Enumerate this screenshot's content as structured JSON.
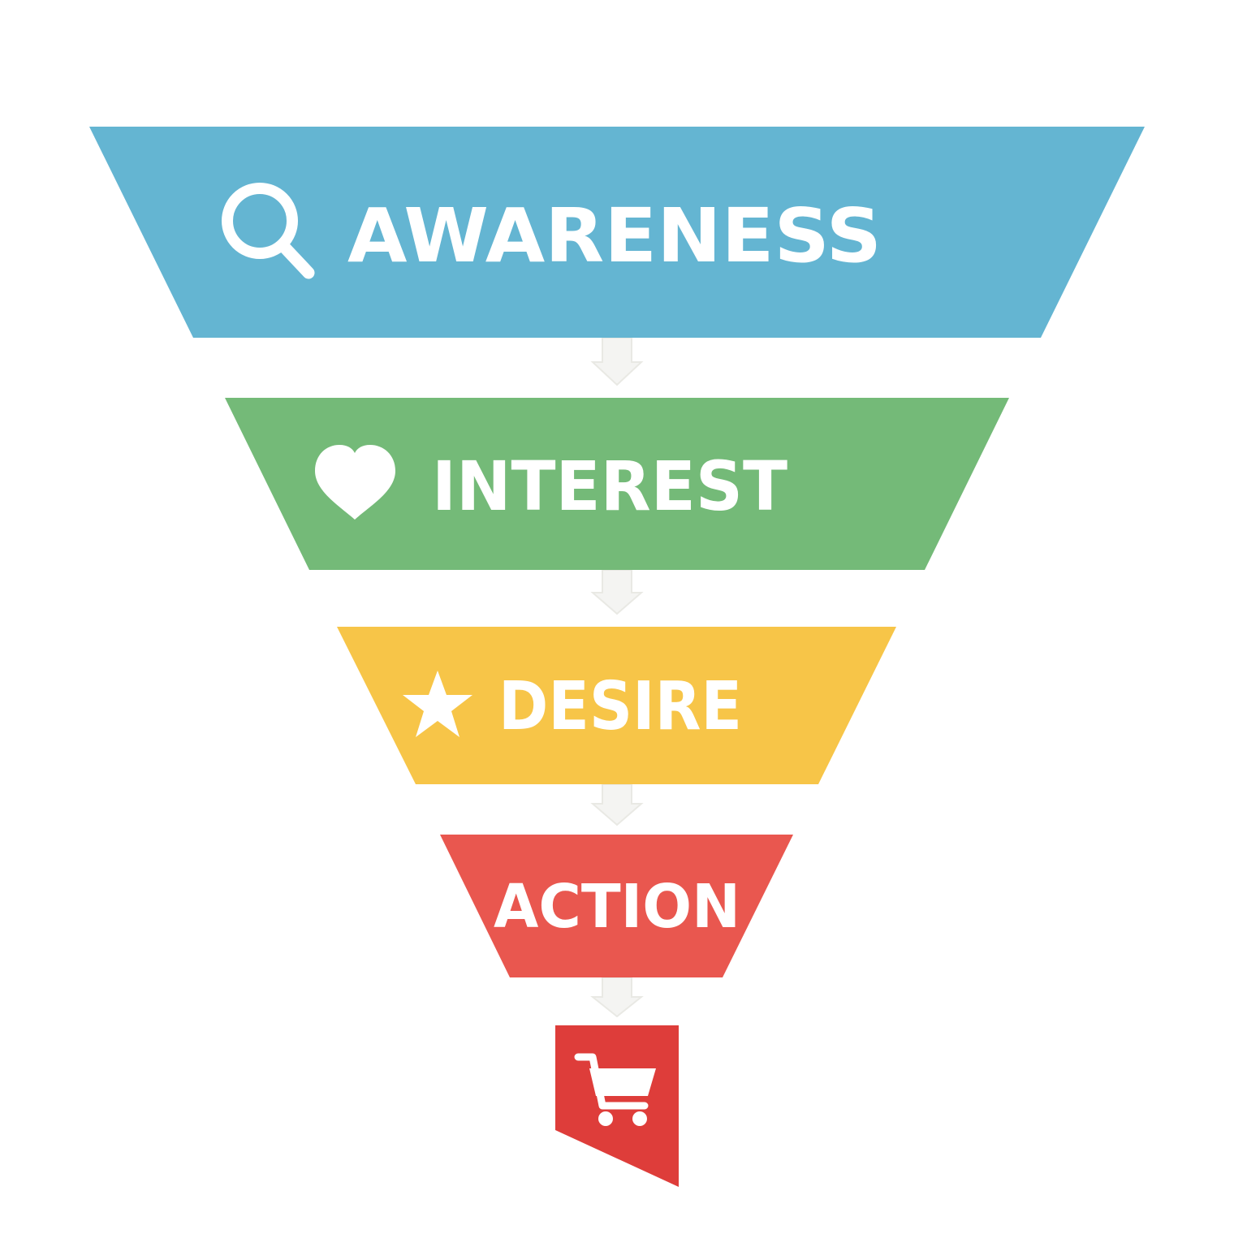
{
  "funnel": {
    "stages": [
      {
        "label": "AWARENESS",
        "icon": "search-icon",
        "color": "#64B5D2"
      },
      {
        "label": "INTEREST",
        "icon": "heart-icon",
        "color": "#74BA78"
      },
      {
        "label": "DESIRE",
        "icon": "star-icon",
        "color": "#F7C548"
      },
      {
        "label": "ACTION",
        "icon": "",
        "color": "#E9574F"
      }
    ],
    "end": {
      "icon": "shopping-cart-icon",
      "color": "#DE3D3A"
    },
    "connector": {
      "icon": "down-arrow-icon",
      "color": "#F2F2F2"
    }
  }
}
